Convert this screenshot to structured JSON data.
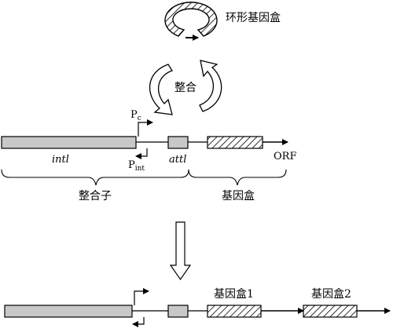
{
  "labels": {
    "circular_cassette": "环形基因盒",
    "integration": "整合",
    "pc": "P",
    "pc_sub": "c",
    "pint": "P",
    "pint_sub": "int",
    "intl": "intl",
    "attl": "attl",
    "orf": "ORF",
    "integron": "整合子",
    "gene_cassette": "基因盒",
    "gene_cassette_1": "基因盒1",
    "gene_cassette_2": "基因盒2"
  },
  "colors": {
    "gene_fill": "#c8c8c8",
    "stroke": "#000000",
    "hatch": "#000000"
  }
}
